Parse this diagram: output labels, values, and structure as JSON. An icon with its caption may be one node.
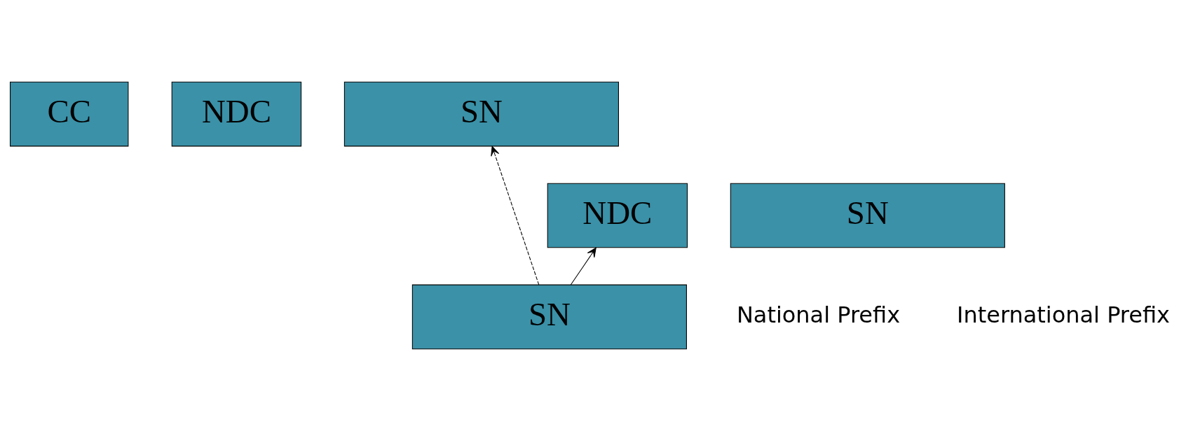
{
  "diagram": {
    "nodes": [
      {
        "text": [
          "CC"
        ]
      },
      {
        "text": [
          "NDC"
        ]
      },
      {
        "text": [
          "SN"
        ]
      },
      {
        "text": [
          "NDC"
        ]
      },
      {
        "text": [
          "SN"
        ]
      },
      {
        "text": [
          "SN"
        ]
      }
    ],
    "edges": [
      {
        "from": 5,
        "to": 3,
        "arrow": "to"
      },
      {
        "from": 5,
        "to": 2,
        "arrow": "to",
        "style": "dashed"
      }
    ],
    "labels": [
      "National Prefix",
      "International Prefix"
    ]
  }
}
